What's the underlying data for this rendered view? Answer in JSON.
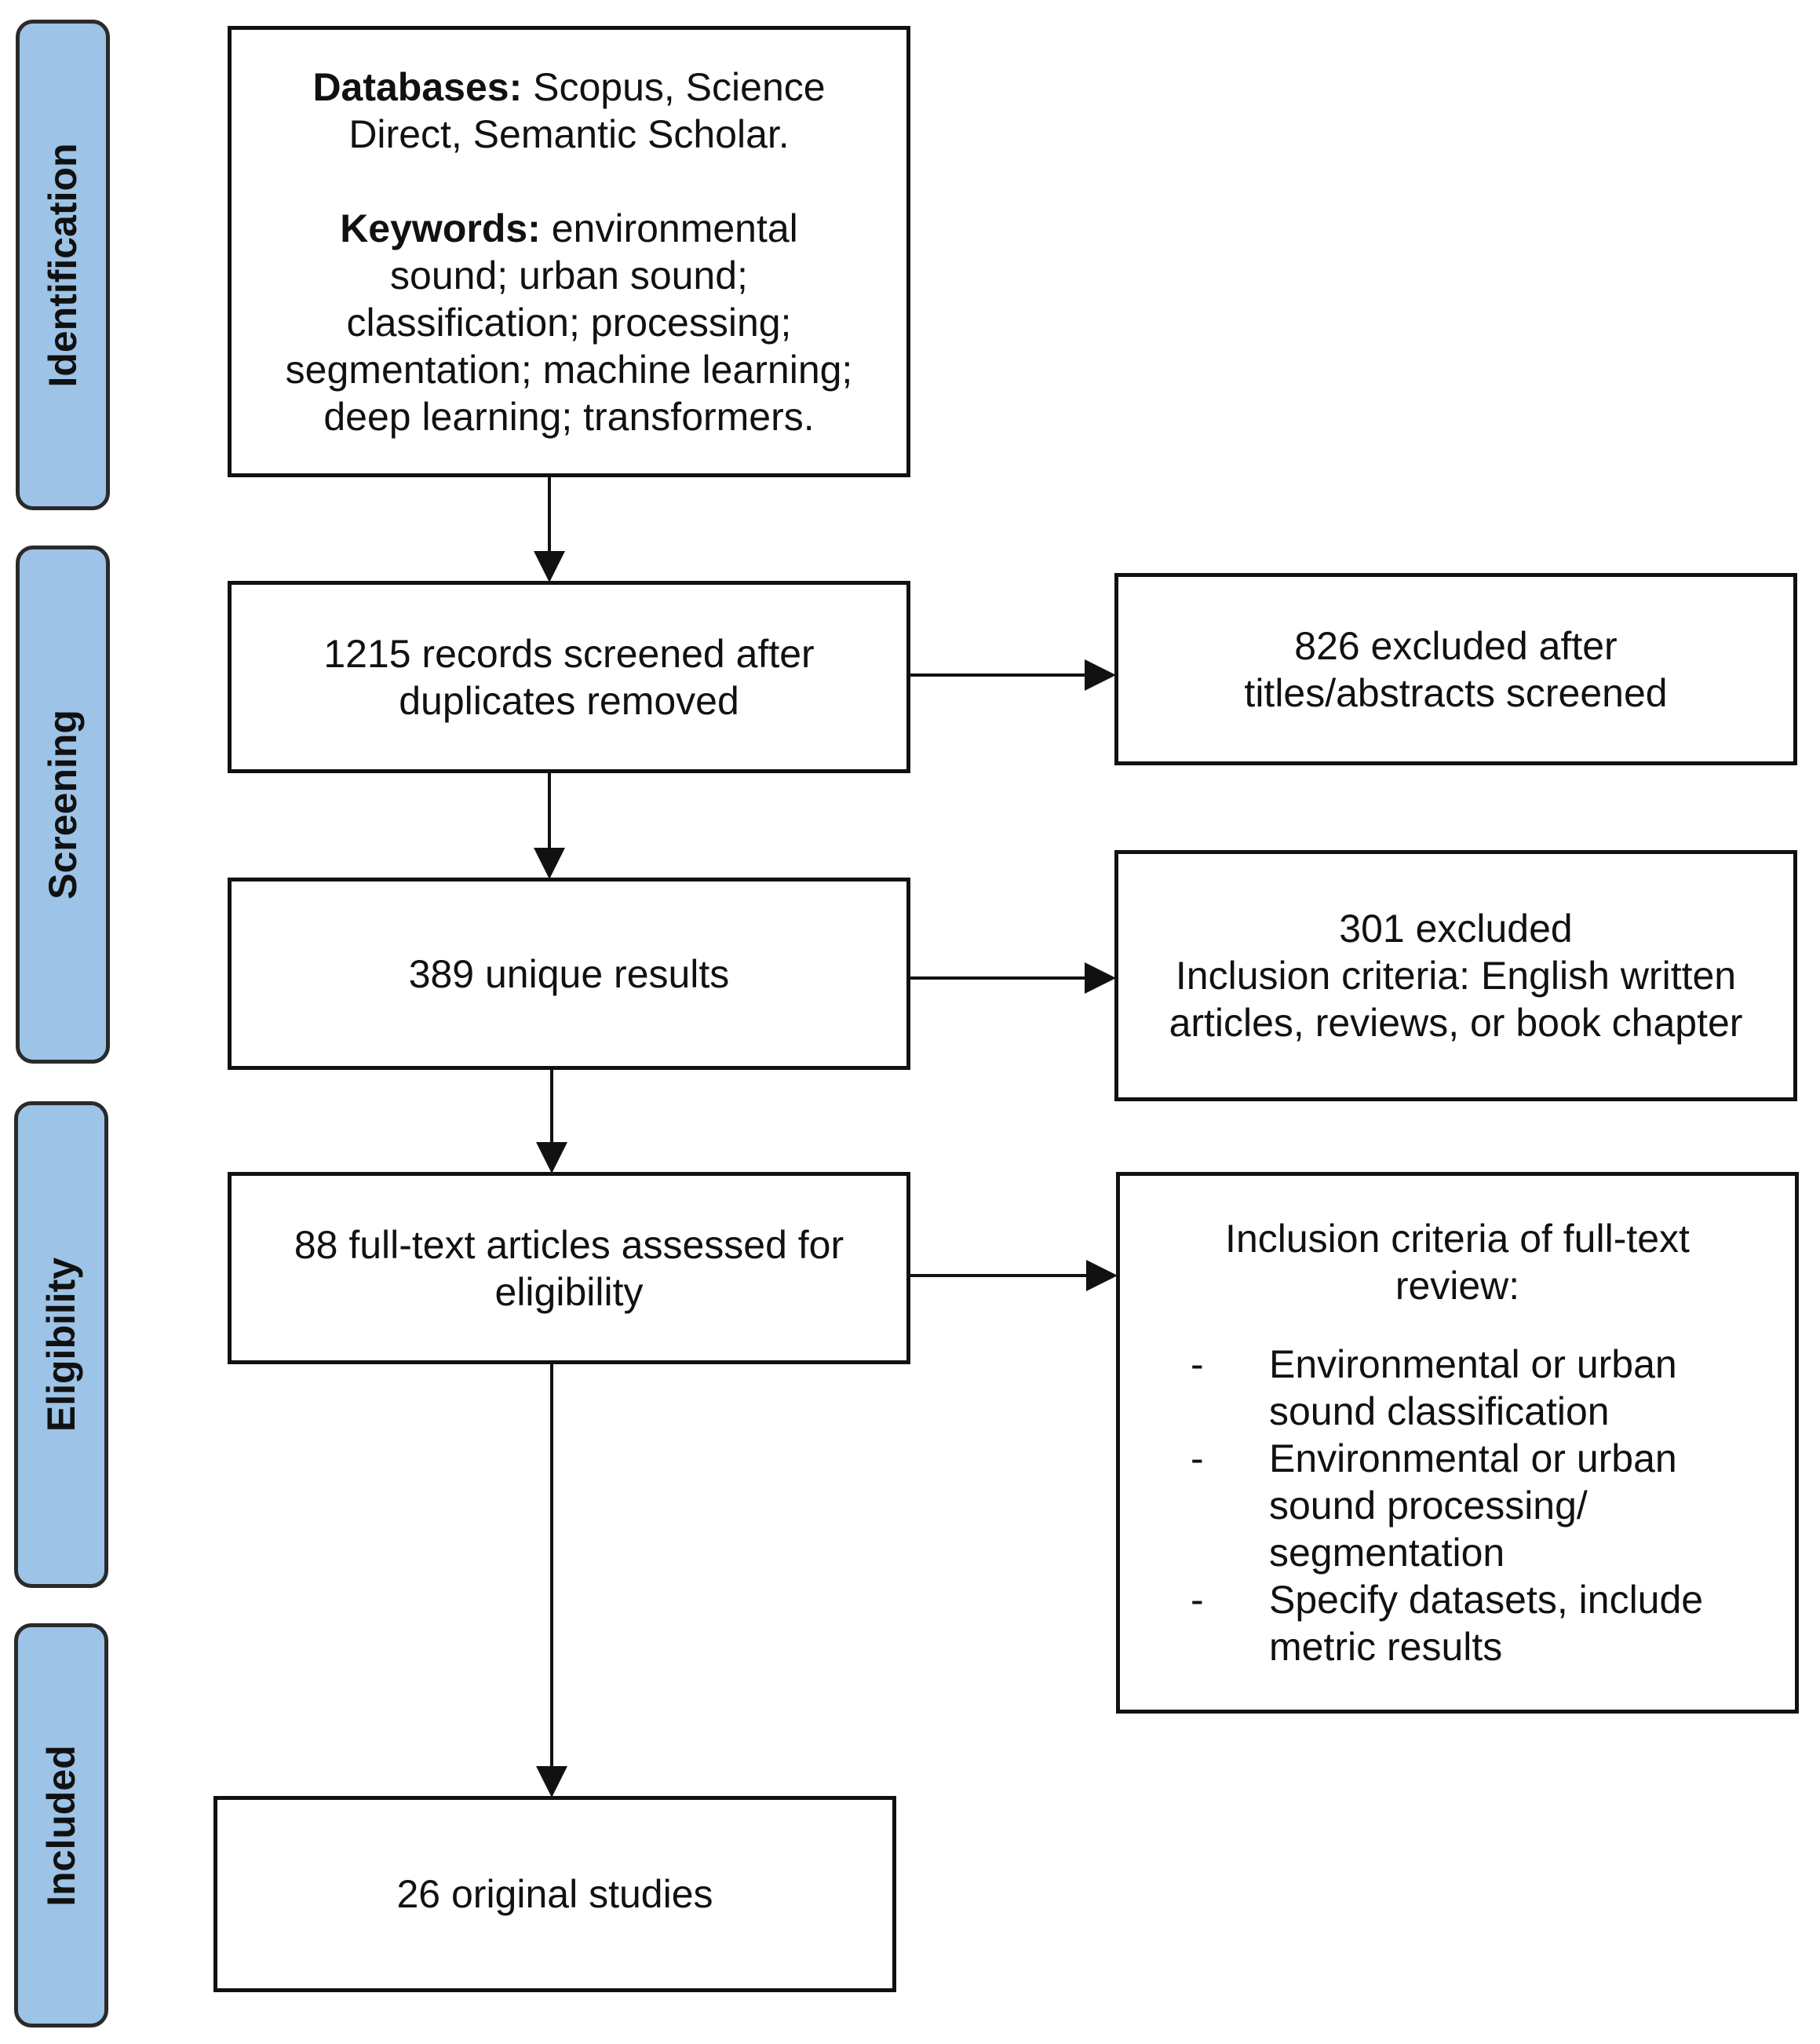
{
  "stages": [
    {
      "id": "identification",
      "label": "Identification"
    },
    {
      "id": "screening",
      "label": "Screening"
    },
    {
      "id": "eligibility",
      "label": "Eligibility"
    },
    {
      "id": "included",
      "label": "Included"
    }
  ],
  "identification_box": {
    "databases_label": "Databases:",
    "databases_text_1": " Scopus, Science",
    "databases_text_2": "Direct, Semantic Scholar.",
    "keywords_label": "Keywords:",
    "keywords_text_1": " environmental",
    "keywords_text_2": "sound; urban sound;",
    "keywords_text_3": "classification; processing;",
    "keywords_text_4": "segmentation; machine learning;",
    "keywords_text_5": "deep learning; transformers."
  },
  "screened_box": {
    "line1": "1215 records screened after",
    "line2": "duplicates removed"
  },
  "excluded_titles_box": {
    "line1": "826 excluded after",
    "line2": "titles/abstracts screened"
  },
  "unique_box": {
    "line1": "389 unique results"
  },
  "excluded_criteria_box": {
    "line1": "301 excluded",
    "line2": "Inclusion criteria: English written",
    "line3": "articles, reviews, or book chapter"
  },
  "fulltext_box": {
    "line1": "88 full-text articles assessed for",
    "line2": "eligibility"
  },
  "fulltext_criteria_box": {
    "heading_1": "Inclusion criteria of full-text",
    "heading_2": "review:",
    "items": [
      {
        "dash": "-",
        "line1": "Environmental or urban",
        "line2": "sound classification"
      },
      {
        "dash": "-",
        "line1": "Environmental or urban",
        "line2": "sound processing/",
        "line3": "segmentation"
      },
      {
        "dash": "-",
        "line1": "Specify datasets, include",
        "line2": "metric results"
      }
    ]
  },
  "included_box": {
    "line1": "26 original studies"
  },
  "colors": {
    "stage_fill": "#9dc3e6",
    "border": "#111111"
  }
}
